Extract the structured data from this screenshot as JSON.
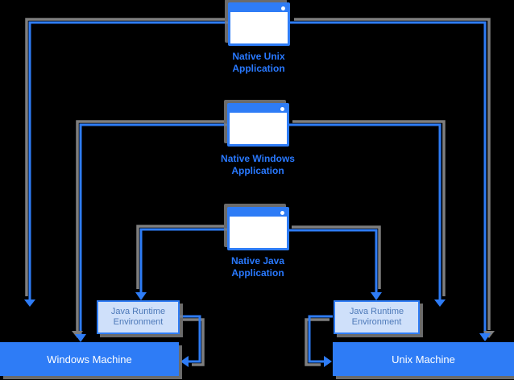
{
  "diagram": {
    "title": "Java platform independence diagram",
    "colors": {
      "background": "#000000",
      "accent_blue": "#2e7cf6",
      "label_blue": "#2979ff",
      "jre_fill": "#cfe0fa",
      "jre_text": "#4d79b9",
      "shadow_gray": "#7e7e7e",
      "text_white": "#ffffff"
    },
    "windows": [
      {
        "label": "Native Unix Application"
      },
      {
        "label": "Native Windows Application"
      },
      {
        "label": "Native Java Application"
      }
    ],
    "jre_boxes": [
      {
        "side": "left",
        "label": "Java Runtime Environment"
      },
      {
        "side": "right",
        "label": "Java Runtime Environment"
      }
    ],
    "machines": [
      {
        "label": "Windows Machine"
      },
      {
        "label": "Unix Machine"
      }
    ]
  }
}
